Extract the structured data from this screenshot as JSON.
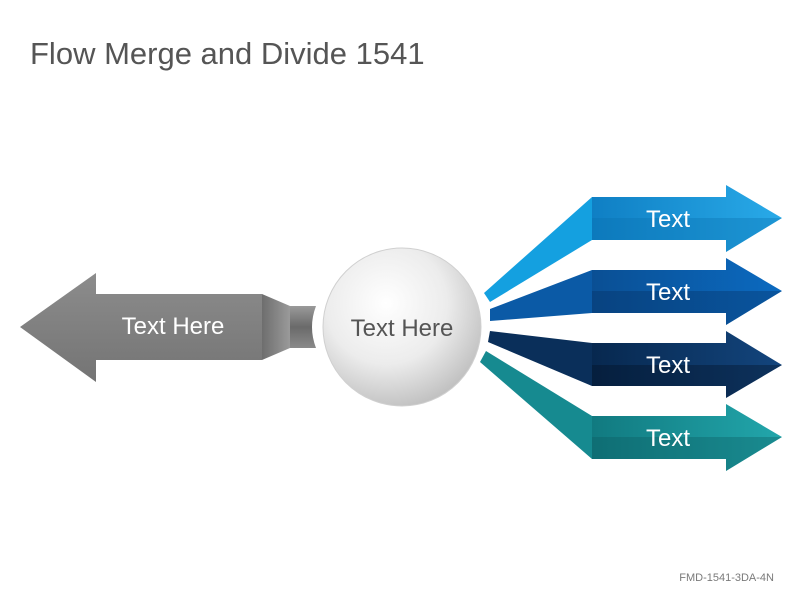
{
  "title": "Flow Merge and Divide 1541",
  "left_arrow": {
    "label": "Text Here",
    "color": "#7f7f7f"
  },
  "center_circle": {
    "label": "Text Here"
  },
  "branches": [
    {
      "label": "Text",
      "color": "#1ba1e2"
    },
    {
      "label": "Text",
      "color": "#0b66b5"
    },
    {
      "label": "Text",
      "color": "#0d3a6b"
    },
    {
      "label": "Text",
      "color": "#1a9aa0"
    }
  ],
  "footer_code": "FMD-1541-3DA-4N"
}
